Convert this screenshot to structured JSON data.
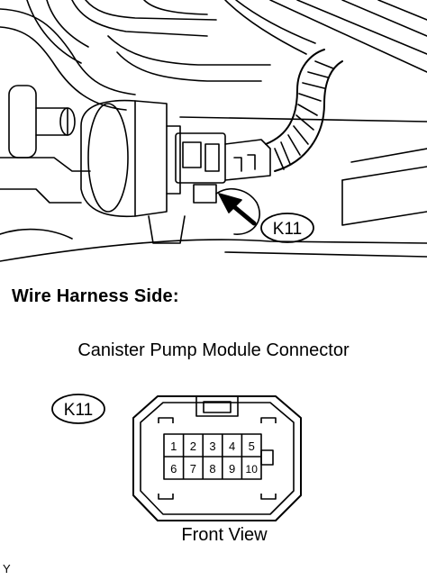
{
  "illustration": {
    "callout_label": "K11"
  },
  "heading": "Wire Harness Side:",
  "connector": {
    "title": "Canister Pump Module Connector",
    "callout_label": "K11",
    "pins_top": [
      "1",
      "2",
      "3",
      "4",
      "5"
    ],
    "pins_bottom": [
      "6",
      "7",
      "8",
      "9",
      "10"
    ],
    "view_label": "Front View"
  },
  "figure_code": "Y"
}
